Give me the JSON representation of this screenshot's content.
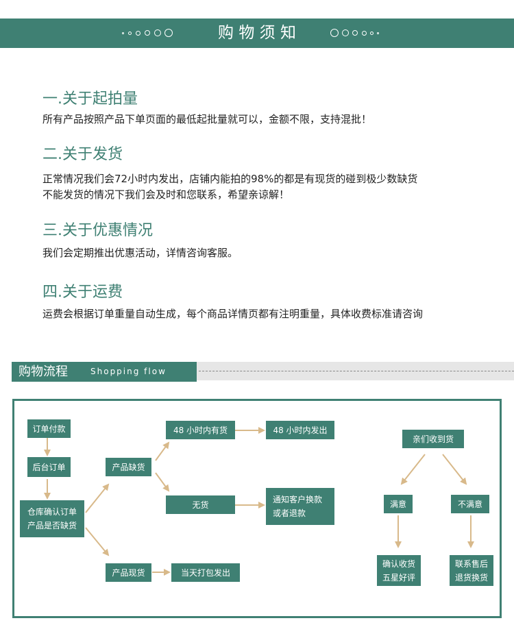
{
  "banner": {
    "title": "购 物 须 知"
  },
  "sections": [
    {
      "title": "一.关于起拍量",
      "lines": [
        "所有产品按照产品下单页面的最低起批量就可以，金额不限，支持混批！"
      ]
    },
    {
      "title": "二.关于发货",
      "lines": [
        "正常情况我们会72小时内发出，店铺内能拍的98%的都是有现货的碰到极少数缺货",
        "不能发货的情况下我们会及时和您联系，希望亲谅解！"
      ]
    },
    {
      "title": "三.关于优惠情况",
      "lines": [
        "我们会定期推出优惠活动，详情咨询客服。"
      ]
    },
    {
      "title": "四.关于运费",
      "lines": [
        "运费会根据订单重量自动生成，每个商品详情页都有注明重量，具体收费标准请咨询"
      ]
    }
  ],
  "flow": {
    "title": "购物流程",
    "subtitle": "Shopping flow",
    "boxes": {
      "order_pay": "订单付款",
      "backend_order": "后台订单",
      "warehouse_1": "仓库确认订单",
      "warehouse_2": "产品是否缺货",
      "out_of_stock": "产品缺货",
      "in_stock": "产品现货",
      "restock_48": "48 小时内有货",
      "ship_48": "48 小时内发出",
      "no_stock": "无货",
      "notify_1": "通知客户换款",
      "notify_2": "或者退款",
      "pack_ship": "当天打包发出",
      "received": "亲们收到货",
      "satisfied": "满意",
      "unsatisfied": "不满意",
      "confirm_1": "确认收货",
      "confirm_2": "五星好评",
      "contact_1": "联系售后",
      "contact_2": "退货换货"
    }
  },
  "colors": {
    "accent": "#3f8073",
    "arrow": "#d8b98a"
  }
}
